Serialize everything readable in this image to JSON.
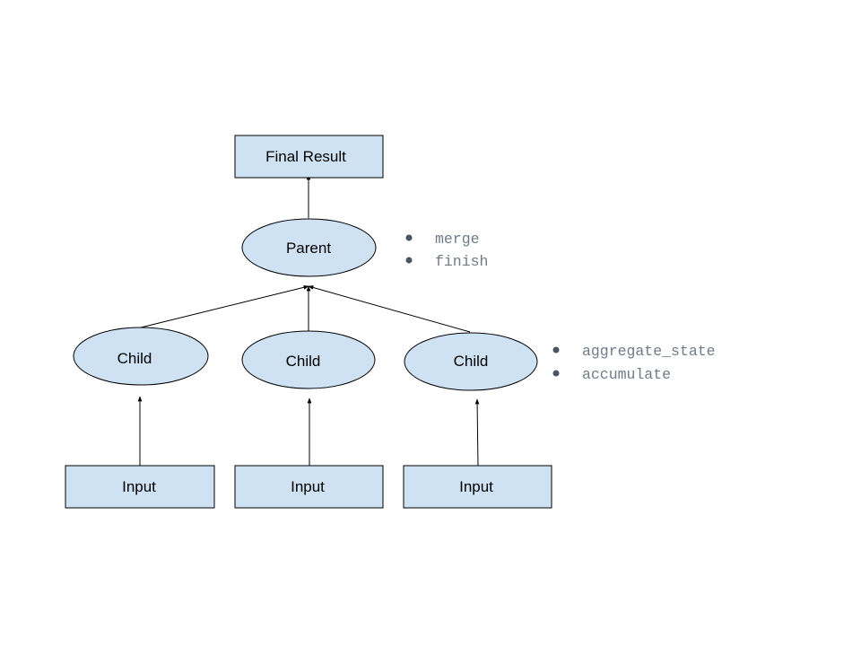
{
  "nodes": {
    "final_result": "Final Result",
    "parent": "Parent",
    "child_1": "Child",
    "child_2": "Child",
    "child_3": "Child",
    "input_1": "Input",
    "input_2": "Input",
    "input_3": "Input"
  },
  "notes": {
    "parent_methods": [
      "merge",
      "finish"
    ],
    "child_methods": [
      "aggregate_state",
      "accumulate"
    ]
  },
  "colors": {
    "node_fill": "#cfe2f3",
    "node_stroke": "#000000",
    "note_text": "#6f7b86"
  }
}
